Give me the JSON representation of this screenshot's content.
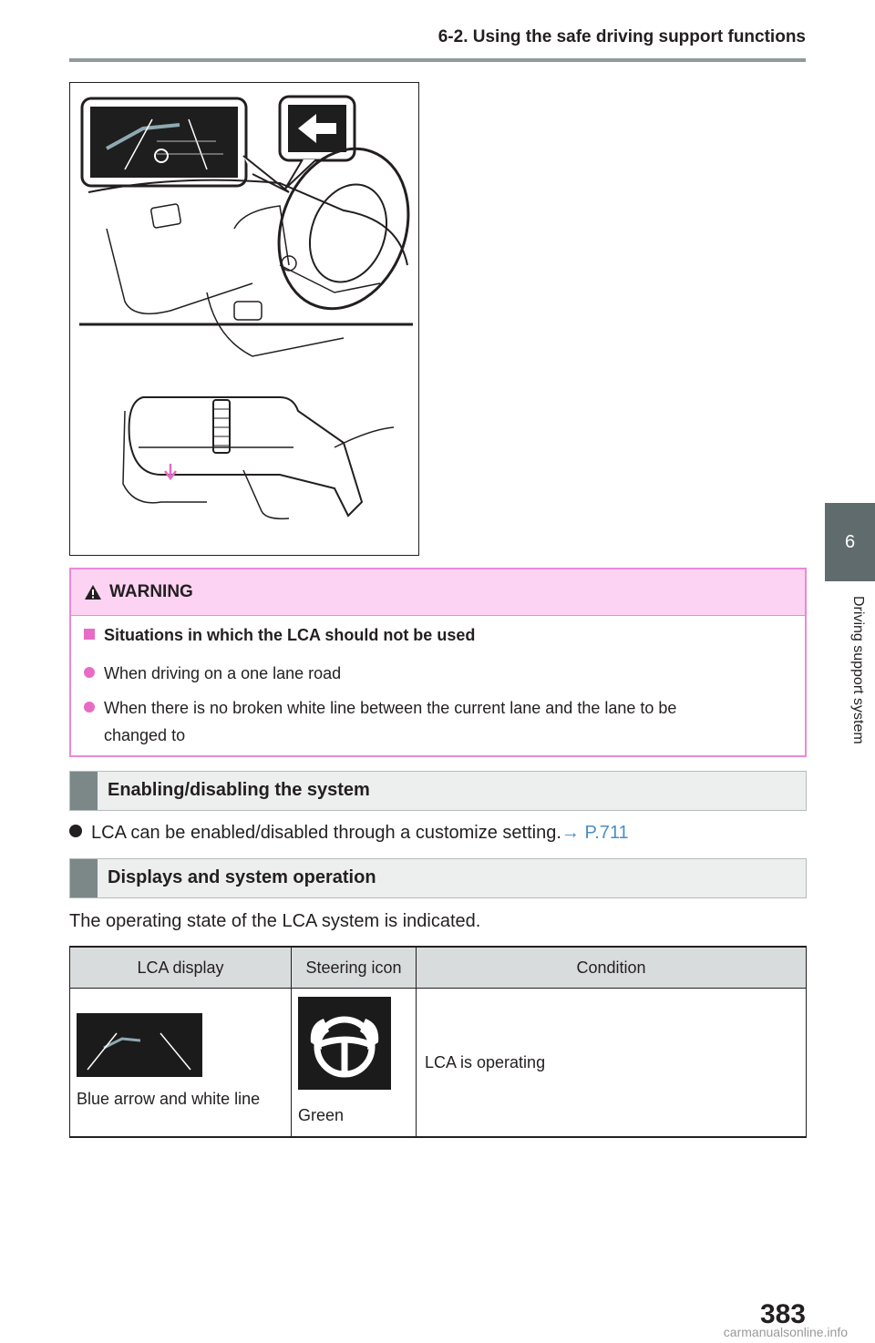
{
  "header": {
    "title": "6-2. Using the safe driving support functions"
  },
  "side_tab": {
    "chapter_number": "6",
    "chapter_label": "Driving support system"
  },
  "warning": {
    "title": "WARNING",
    "heading": "Situations in which the LCA should not be used",
    "bullets": [
      "When driving on a one lane road",
      "When there is no broken white line between the current lane and the lane to be",
      "changed to"
    ]
  },
  "section1": {
    "title": "Enabling/disabling the system",
    "bullet": "LCA can be enabled/disabled through a customize setting.",
    "link": "→ P.711"
  },
  "section2": {
    "title": "Displays and system operation",
    "intro": "The operating state of the LCA system is indicated."
  },
  "table": {
    "headers": [
      "LCA display",
      "Steering icon",
      "Condition"
    ],
    "rows": [
      {
        "display_caption": "Blue arrow and white line",
        "icon_caption": "Green",
        "condition": "LCA is operating"
      }
    ]
  },
  "page_number": "383",
  "watermark": "carmanualsonline.info",
  "colors": {
    "warning_border": "#e98ad5",
    "warning_fill": "#fcd3f3",
    "bullet_pink": "#e66cc6",
    "link_blue": "#4a8ec4",
    "section_bar": "#7c8788"
  }
}
